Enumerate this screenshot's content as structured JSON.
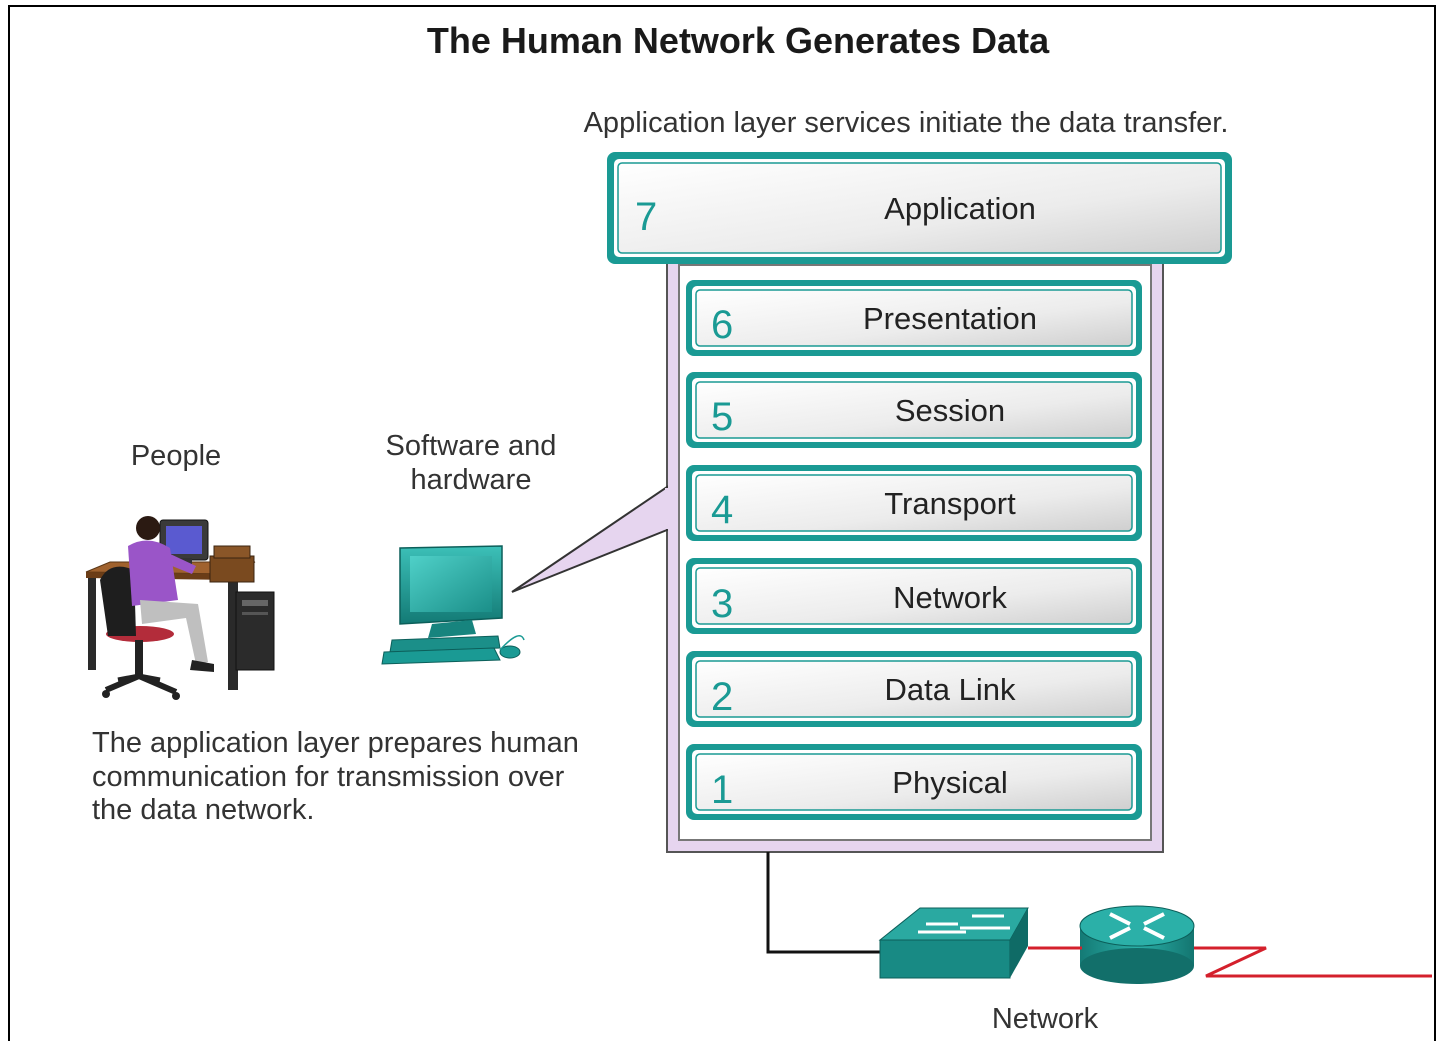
{
  "title": "The Human Network Generates Data",
  "top_caption": "Application layer services initiate the data transfer.",
  "people_label": "People",
  "software_label": [
    "Software and",
    "hardware"
  ],
  "description": [
    "The application layer prepares human",
    "communication for transmission over",
    "the data network."
  ],
  "network_label": "Network",
  "layers": [
    {
      "number": "7",
      "name": "Application"
    },
    {
      "number": "6",
      "name": "Presentation"
    },
    {
      "number": "5",
      "name": "Session"
    },
    {
      "number": "4",
      "name": "Transport"
    },
    {
      "number": "3",
      "name": "Network"
    },
    {
      "number": "2",
      "name": "Data Link"
    },
    {
      "number": "1",
      "name": "Physical"
    }
  ],
  "colors": {
    "teal": "#1a9a94",
    "stack_bg": "#e6d5ef",
    "link_red": "#d4202c"
  },
  "icons": [
    "person-at-desk-icon",
    "computer-icon",
    "switch-icon",
    "router-icon"
  ]
}
